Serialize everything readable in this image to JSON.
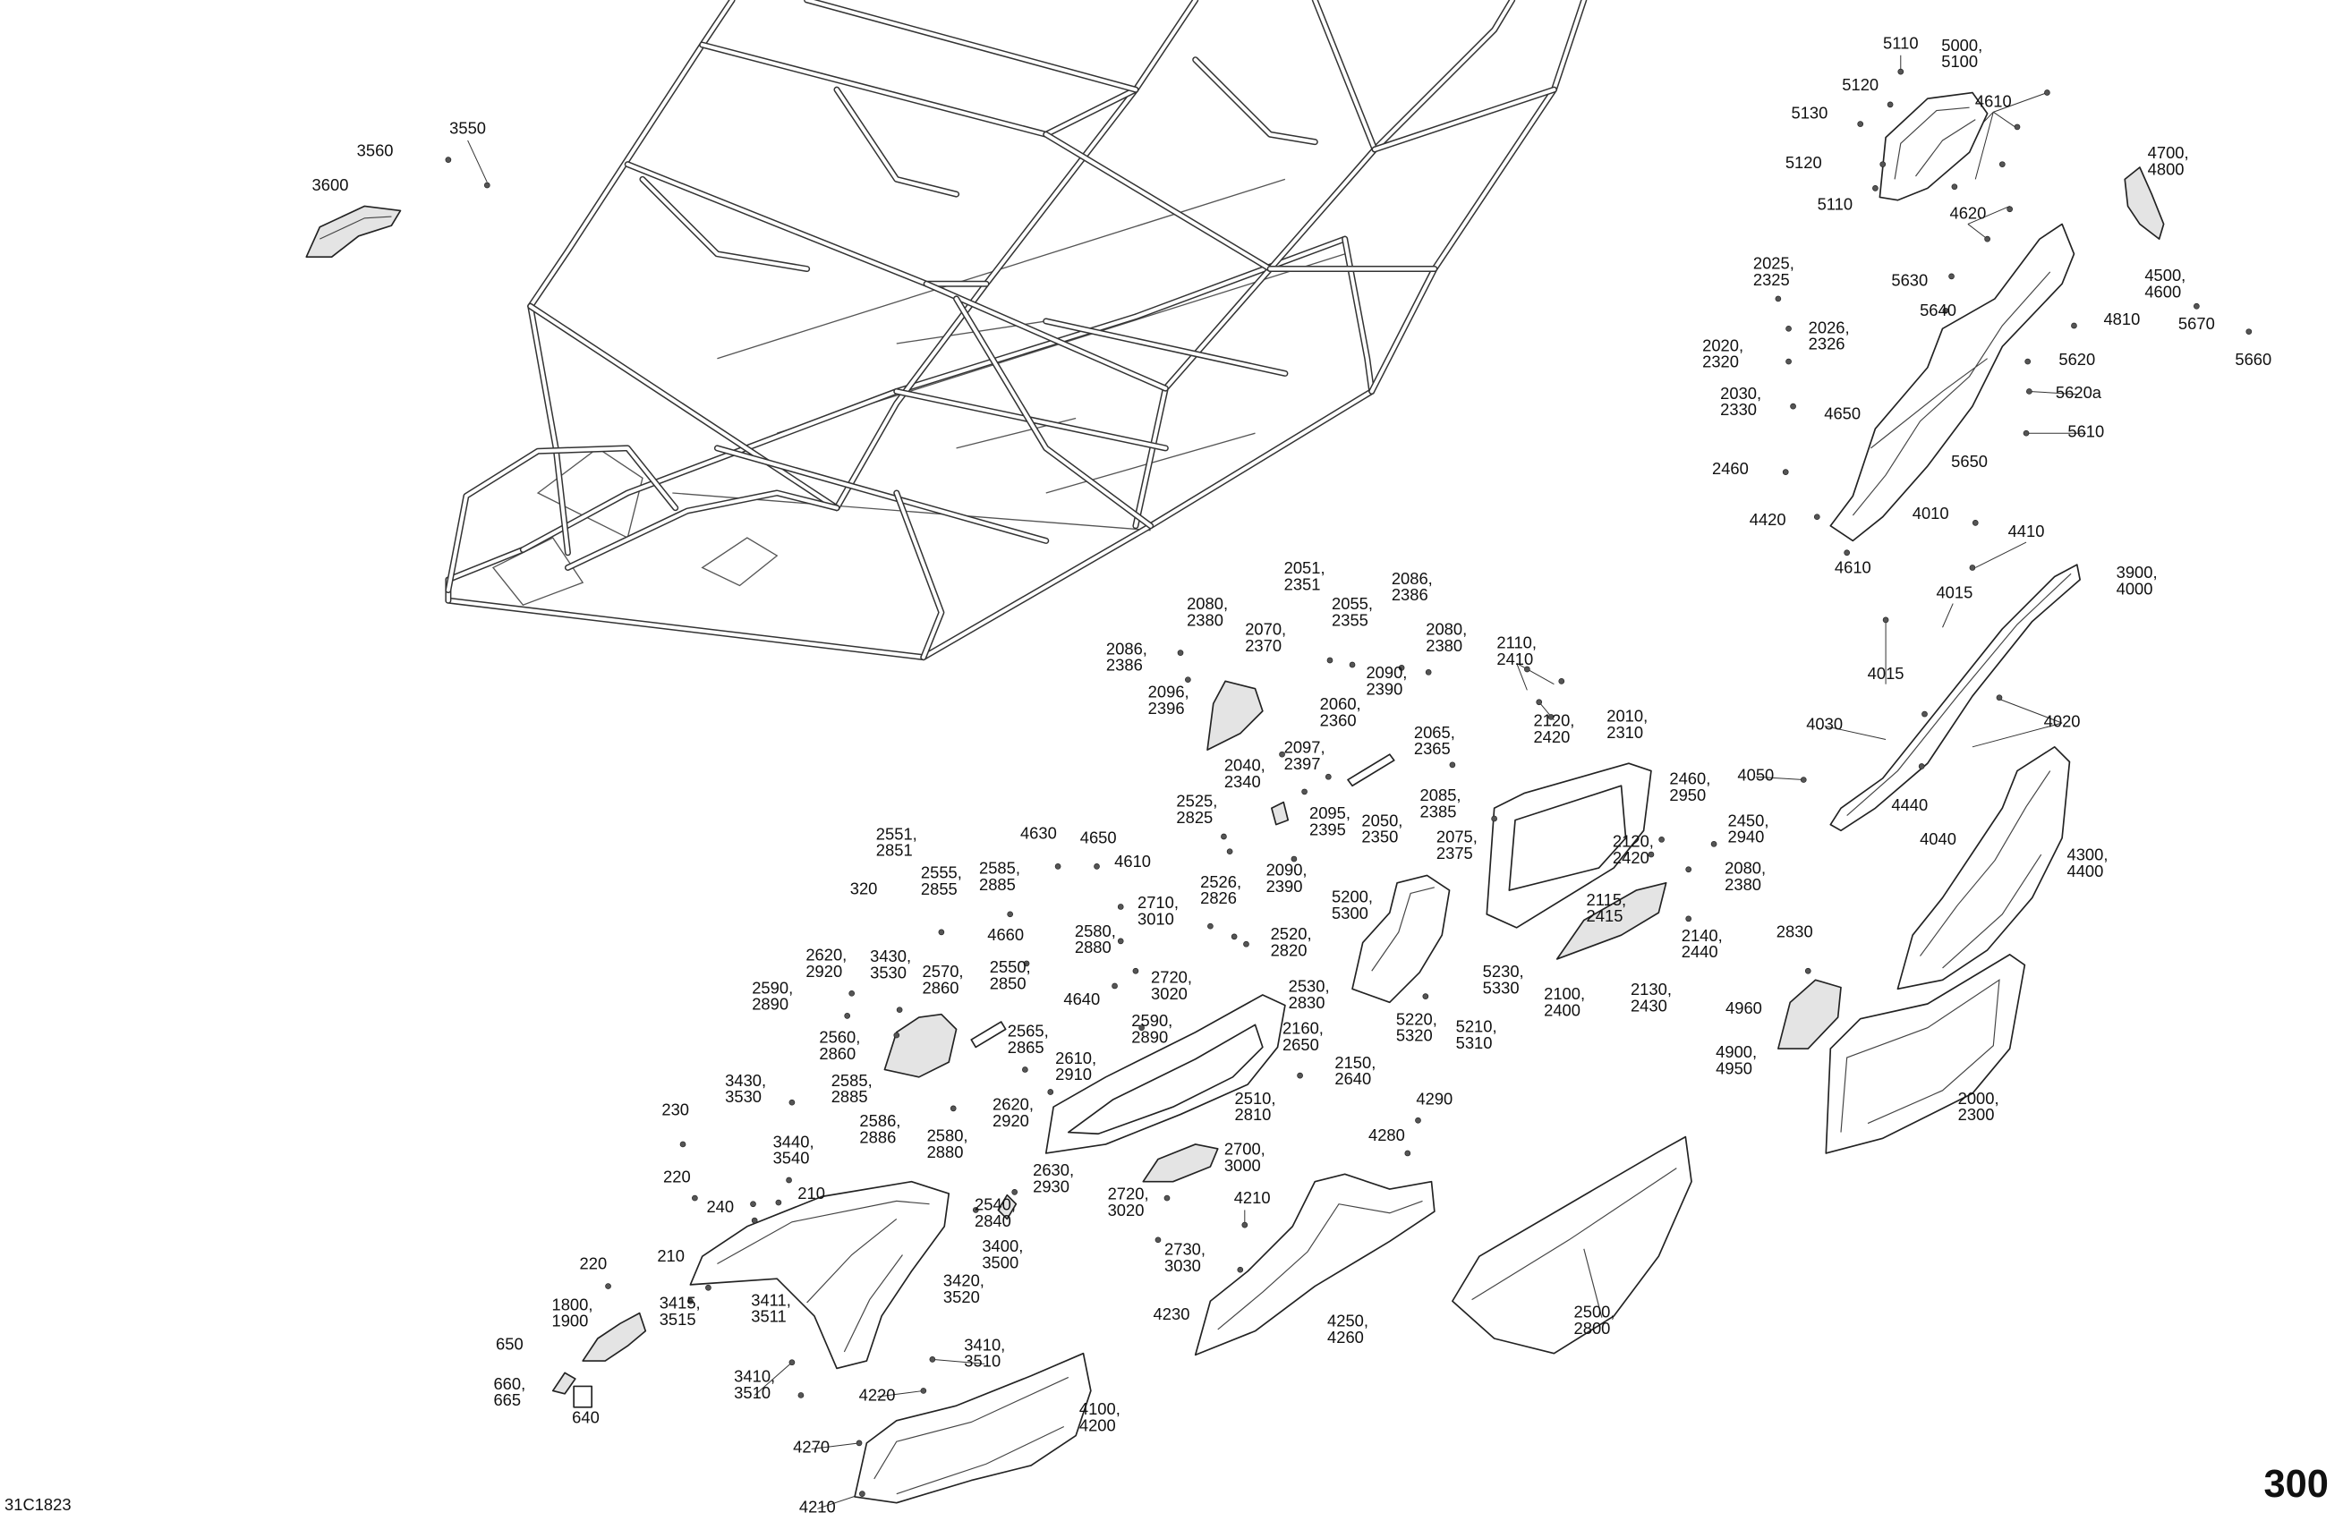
{
  "drawing": {
    "page_number": "300",
    "drawing_id": "31C1823"
  },
  "callouts": [
    "3550",
    "3560",
    "3600",
    "5110",
    "5000,\n5100",
    "5120",
    "5130",
    "4610",
    "5120",
    "5110",
    "4700,\n4800",
    "4620",
    "2025,\n2325",
    "5630",
    "4500,\n4600",
    "5640",
    "2026,\n2326",
    "4810",
    "5670",
    "2020,\n2320",
    "5620",
    "5660",
    "2030,\n2330",
    "5620a",
    "4650",
    "5610",
    "2460",
    "5650",
    "4420",
    "4010",
    "4410",
    "4610",
    "3900,\n4000",
    "4015",
    "4015",
    "4030",
    "4020",
    "4050",
    "2010,\n2310",
    "2460,\n2950",
    "4440",
    "2450,\n2940",
    "4040",
    "2120,\n2420",
    "4300,\n4400",
    "2080,\n2380",
    "2115,\n2415",
    "2830",
    "2140,\n2440",
    "2100,\n2400",
    "2130,\n2430",
    "4960",
    "4900,\n4950",
    "2000,\n2300",
    "2051,\n2351",
    "2086,\n2386",
    "2055,\n2355",
    "2080,\n2380",
    "2070,\n2370",
    "2080,\n2380",
    "2086,\n2386",
    "2110,\n2410",
    "2090,\n2390",
    "2096,\n2396",
    "2060,\n2360",
    "2120,\n2420",
    "2065,\n2365",
    "2097,\n2397",
    "2040,\n2340",
    "2085,\n2385",
    "2525,\n2825",
    "2095,\n2395",
    "2050,\n2350",
    "2075,\n2375",
    "2090,\n2390",
    "2551,\n2851",
    "4630",
    "4650",
    "2555,\n2855",
    "2585,\n2885",
    "4610",
    "320",
    "2526,\n2826",
    "2710,\n3010",
    "5200,\n5300",
    "4660",
    "2580,\n2880",
    "2520,\n2820",
    "2620,\n2920",
    "3430,\n3530",
    "2570,\n2860",
    "2550,\n2850",
    "2720,\n3020",
    "2530,\n2830",
    "5230,\n5330",
    "2590,\n2890",
    "4640",
    "2560,\n2860",
    "2590,\n2890",
    "2565,\n2865",
    "2160,\n2650",
    "5220,\n5320",
    "5210,\n5310",
    "2610,\n2910",
    "2150,\n2640",
    "3430,\n3530",
    "2585,\n2885",
    "2510,\n2810",
    "4290",
    "2620,\n2920",
    "230",
    "2586,\n2886",
    "3440,\n3540",
    "2580,\n2880",
    "4280",
    "2700,\n3000",
    "220",
    "2630,\n2930",
    "210",
    "2720,\n3020",
    "4210",
    "240",
    "2540,\n2840",
    "2730,\n3030",
    "3400,\n3500",
    "210",
    "220",
    "3420,\n3520",
    "3415,\n3515",
    "3411,\n3511",
    "1800,\n1900",
    "4230",
    "4250,\n4260",
    "2500,\n2800",
    "650",
    "3410,\n3510",
    "3410,\n3510",
    "660,\n665",
    "4220",
    "640",
    "4100,\n4200",
    "4270",
    "4210"
  ]
}
